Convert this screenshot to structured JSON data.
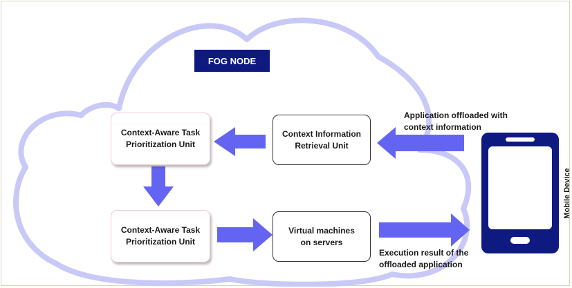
{
  "diagram": {
    "title": "FOG NODE",
    "nodes": {
      "prioritization_top": "Context-Aware Task\nPrioritization Unit",
      "retrieval": "Context Information\nRetrieval Unit",
      "prioritization_bottom": "Context-Aware Task\nPrioritization Unit",
      "virtual_machines": "Virtual machines\non servers"
    },
    "edge_labels": {
      "incoming": "Application offloaded with\ncontext information",
      "outgoing": "Execution result of the\noffloaded application"
    },
    "device_label": "Mobile Device",
    "colors": {
      "cloud_outline": "#c9c9f7",
      "arrow": "#6464f2",
      "title_bg": "#0e1a80",
      "device": "#0e1a80"
    }
  }
}
